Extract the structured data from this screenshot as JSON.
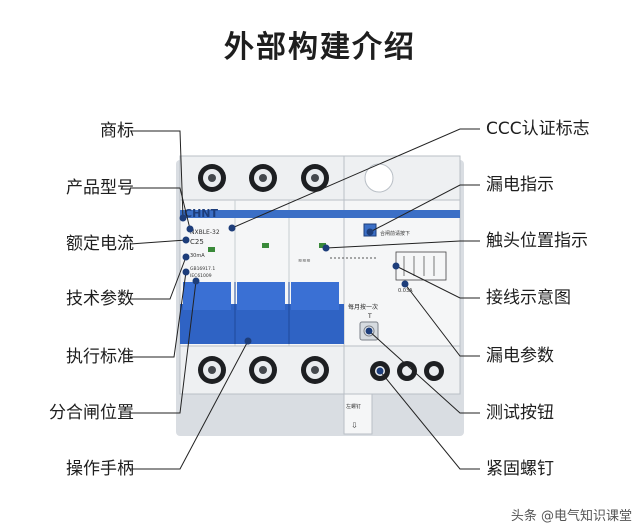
{
  "title": "外部构建介绍",
  "left_labels": [
    "商标",
    "产品型号",
    "额定电流",
    "技术参数",
    "执行标准",
    "分合闸位置",
    "操作手柄"
  ],
  "right_labels": [
    "CCC认证标志",
    "漏电指示",
    "触头位置指示",
    "接线示意图",
    "漏电参数",
    "测试按钮",
    "紧固螺钉"
  ],
  "device": {
    "brand": "CHNT",
    "model": "NXBLE-32",
    "rating": "C25",
    "tech_param": "30mA",
    "standard": "GB16917.1",
    "standard2": "IEC61009",
    "reset_text": "合闸前请按下",
    "leak_param": "0.03A",
    "test_text": "每月按一次",
    "test_mark": "T",
    "knob_text": "左螺钉"
  },
  "watermark": "头条 @电气知识课堂"
}
